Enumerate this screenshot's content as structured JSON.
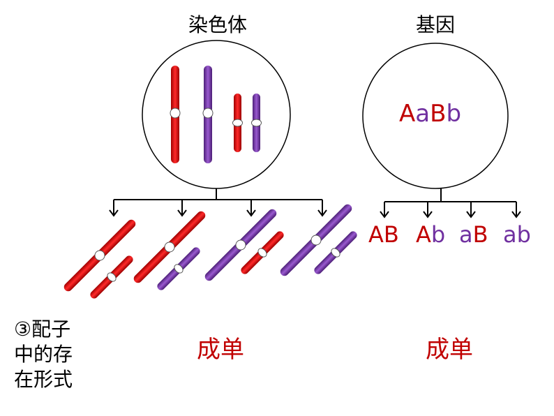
{
  "titles": {
    "chromosome": "染色体",
    "gene": "基因"
  },
  "colors": {
    "red": "#c00000",
    "purple": "#7030a0",
    "black": "#000000"
  },
  "genotype": {
    "letters": [
      {
        "char": "A",
        "color": "red"
      },
      {
        "char": "a",
        "color": "purple"
      },
      {
        "char": "B",
        "color": "red"
      },
      {
        "char": "b",
        "color": "purple"
      }
    ]
  },
  "gametes": [
    {
      "letters": [
        {
          "char": "A",
          "color": "red"
        },
        {
          "char": "B",
          "color": "red"
        }
      ]
    },
    {
      "letters": [
        {
          "char": "A",
          "color": "red"
        },
        {
          "char": "b",
          "color": "purple"
        }
      ]
    },
    {
      "letters": [
        {
          "char": "a",
          "color": "purple"
        },
        {
          "char": "B",
          "color": "red"
        }
      ]
    },
    {
      "letters": [
        {
          "char": "a",
          "color": "purple"
        },
        {
          "char": "b",
          "color": "purple"
        }
      ]
    }
  ],
  "chromosome_gametes": [
    {
      "long": "red",
      "short": "red"
    },
    {
      "long": "red",
      "short": "purple"
    },
    {
      "long": "purple",
      "short": "red"
    },
    {
      "long": "purple",
      "short": "purple"
    }
  ],
  "left_label": {
    "lines": [
      "③配子",
      "中的存",
      "在形式"
    ]
  },
  "single_labels": {
    "chromosome": "成单",
    "gene": "成单"
  }
}
